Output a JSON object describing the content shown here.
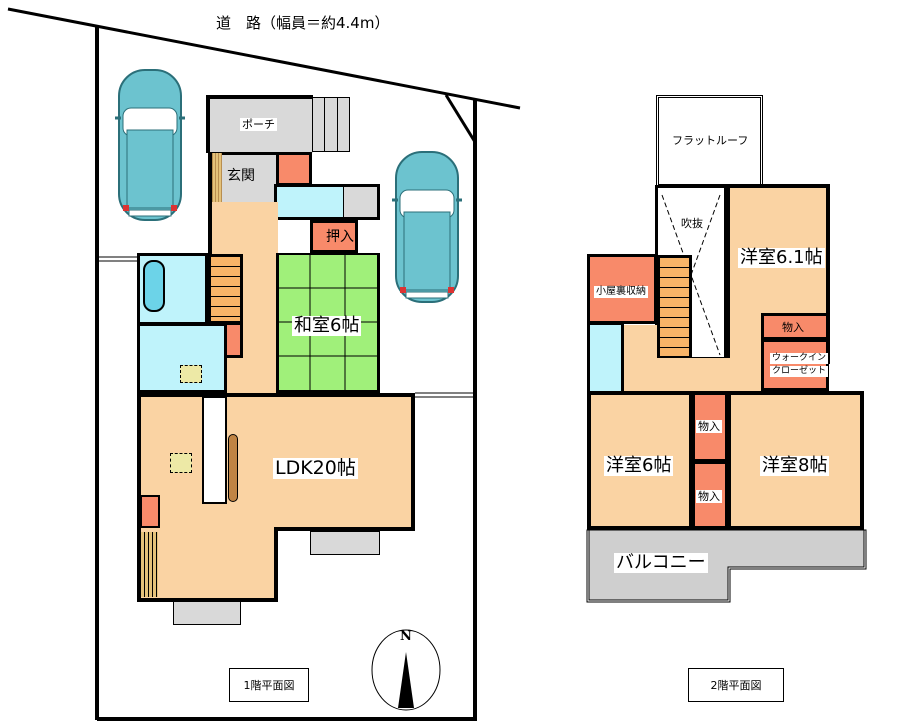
{
  "road": {
    "label": "道　路（幅員＝約4.4m）"
  },
  "floor1": {
    "title": "1階平面図",
    "rooms": {
      "porch": "ポーチ",
      "entrance": "玄関",
      "closet": "押入",
      "washitsu": "和室6帖",
      "ldk": "LDK20帖"
    }
  },
  "floor2": {
    "title": "2階平面図",
    "rooms": {
      "flat_roof": "フラットルーフ",
      "atrium": "吹抜",
      "attic_storage": "小屋裏収納",
      "western_room_61": "洋室6.1帖",
      "storage_a": "物入",
      "walk_in_closet_1": "ウォークイン",
      "walk_in_closet_2": "クローゼット",
      "western_room_6": "洋室6帖",
      "storage_b": "物入",
      "storage_c": "物入",
      "western_room_8": "洋室8帖",
      "balcony": "バルコニー"
    }
  },
  "compass": {
    "label": "N"
  },
  "colors": {
    "floor_wood": "#fad3a3",
    "tatami": "#a0f07a",
    "storage": "#f88a6a",
    "wet_area": "#bff3fb",
    "porch_gray": "#d9d9d9",
    "stairs": "#f8b468",
    "car": "#6cc3cf"
  }
}
